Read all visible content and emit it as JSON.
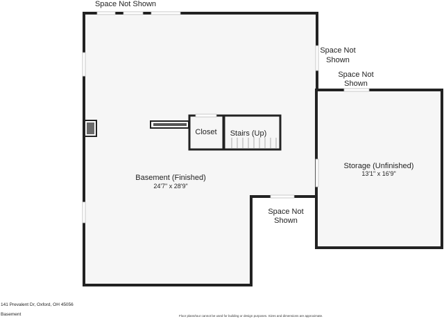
{
  "rooms": {
    "basement": {
      "name": "Basement (Finished)",
      "dimensions": "24'7\" x 28'9\""
    },
    "storage": {
      "name": "Storage (Unfinished)",
      "dimensions": "13'1\" x 16'9\""
    },
    "closet": {
      "name": "Closet"
    },
    "stairs": {
      "name": "Stairs (Up)"
    }
  },
  "notes": {
    "top": "Space Not Shown",
    "right_upper_line1": "Space Not",
    "right_upper_line2": "Shown",
    "storage_top_line1": "Space Not",
    "storage_top_line2": "Shown",
    "bottom_line1": "Space Not",
    "bottom_line2": "Shown"
  },
  "footer": {
    "address": "141 Prevalent Dr, Oxford, OH 45056",
    "level": "Basement",
    "disclaimer": "Floor plans/tour cannot be used for building or design purposes. Sizes and dimensions are approximate."
  },
  "colors": {
    "wall": "#222222",
    "floor": "#f6f6f6",
    "window": "#cfcfcf",
    "chimney": "#6a6a6a"
  }
}
